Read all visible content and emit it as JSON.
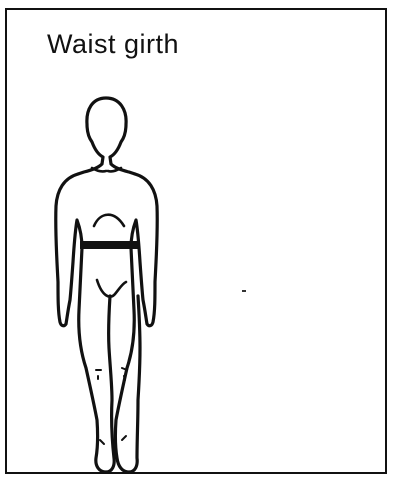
{
  "card": {
    "title": "Waist girth"
  },
  "figure": {
    "icon": "human-body-front-outline",
    "highlight": "waist-band",
    "stroke_color": "#111111",
    "fill_color": "#ffffff"
  }
}
